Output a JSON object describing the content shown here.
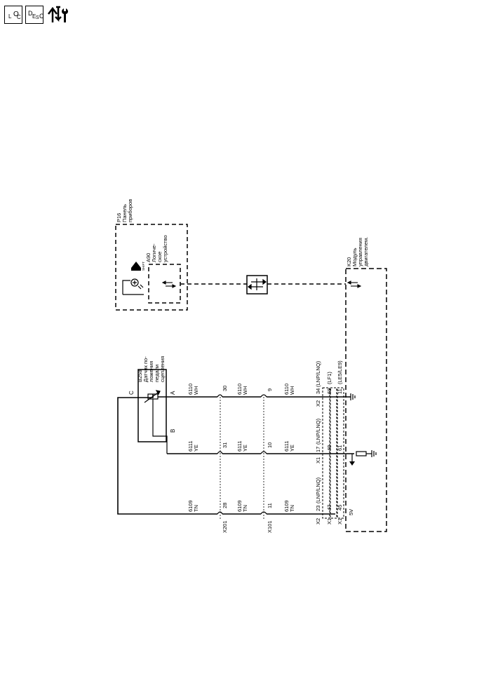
{
  "toolbar": {
    "loc_a": "L",
    "loc_b": "O",
    "loc_c": "C",
    "desc_a": "D",
    "desc_b": "E",
    "desc_c": "S",
    "desc_d": "C"
  },
  "components": {
    "p16_id": "P16",
    "p16_l1": "Панель",
    "p16_l2": "приборов",
    "a90_id": "A90",
    "a90_l1": "Логиче-",
    "a90_l2": "ское",
    "a90_l3": "устройство",
    "shift_label": "SHIFT",
    "b258_id": "B258",
    "b258_l1": "Датчик по-",
    "b258_l2": "ложения",
    "b258_l3": "педали",
    "b258_l4": "сцепления",
    "k20_id": "K20",
    "k20_l1": "Модуль",
    "k20_l2": "управления",
    "k20_l3": "двигателем."
  },
  "pins": {
    "c": "C",
    "a": "A",
    "b": "B"
  },
  "wires": {
    "w6110_num": "6110",
    "w6110_col": "WH",
    "w6111_num": "6111",
    "w6111_col": "YE",
    "w6109_num": "6109",
    "w6109_col": "TN"
  },
  "connectors": {
    "x201": "X201",
    "x101": "X101",
    "x201_p1": "30",
    "x201_p2": "31",
    "x201_p3": "28",
    "x101_p1": "9",
    "x101_p2": "10",
    "x101_p3": "11"
  },
  "module_pins": {
    "r1_conn": "X2",
    "r1_pin": "34",
    "r1_opt": "(LNP/LNQ)",
    "r1b_pin": "68",
    "r1b_opt": "(LF1)",
    "r1c_pin": "11",
    "r1c_opt": "(LE5/LE9)",
    "r2_conn": "X1",
    "r2_pin": "17",
    "r2_opt": "(LNP/LNQ)",
    "r2b_pin": "48",
    "r2c_pin": "61",
    "r3_conn": "X2",
    "r3_pin": "23",
    "r3_opt": "(LNP/LNQ)",
    "r3b_conn": "X1",
    "r3b_pin": "47",
    "r3c_conn": "X1",
    "r3c_pin": "45",
    "v5": "5V"
  }
}
